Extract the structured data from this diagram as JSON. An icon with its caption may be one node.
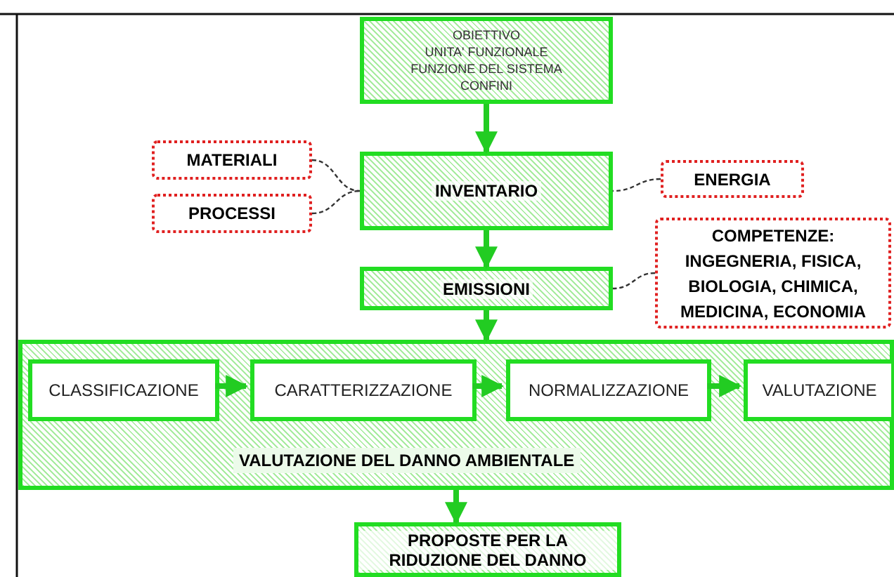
{
  "diagram": {
    "nodes": [
      {
        "text": [
          "OBIETTIVO",
          "UNITA' FUNZIONALE",
          "FUNZIONE DEL SISTEMA",
          "CONFINI"
        ]
      },
      {
        "text": [
          "MATERIALI"
        ]
      },
      {
        "text": [
          "PROCESSI"
        ]
      },
      {
        "text": [
          "INVENTARIO"
        ]
      },
      {
        "text": [
          "ENERGIA"
        ]
      },
      {
        "text": [
          "EMISSIONI"
        ]
      },
      {
        "text": [
          "COMPETENZE:",
          "INGEGNERIA, FISICA, BIOLOGIA, CHIMICA, MEDICINA, ECONOMIA"
        ]
      },
      {
        "text": [
          "VALUTAZIONE DEL DANNO AMBIENTALE"
        ]
      },
      {
        "text": [
          "CLASSIFICAZIONE"
        ],
        "in": 7
      },
      {
        "text": [
          "CARATTERIZZAZIONE"
        ],
        "in": 7
      },
      {
        "text": [
          "NORMALIZZAZIONE"
        ],
        "in": 7
      },
      {
        "text": [
          "VALUTAZIONE"
        ],
        "in": 7
      },
      {
        "text": [
          "PROPOSTE PER LA RIDUZIONE DEL DANNO"
        ]
      }
    ],
    "edges": [
      {
        "from": 0,
        "to": 3,
        "arrow": "to"
      },
      {
        "from": 1,
        "to": 3,
        "arrow": "none",
        "style": "dashed",
        "color": "#333333"
      },
      {
        "from": 2,
        "to": 3,
        "arrow": "none",
        "style": "dashed",
        "color": "#333333"
      },
      {
        "from": 4,
        "to": 3,
        "arrow": "none",
        "style": "dashed",
        "color": "#333333"
      },
      {
        "from": 3,
        "to": 5,
        "arrow": "to"
      },
      {
        "from": 6,
        "to": 5,
        "arrow": "none",
        "style": "dashed",
        "color": "#333333"
      },
      {
        "from": 5,
        "to": 7,
        "arrow": "to"
      },
      {
        "from": 8,
        "to": 9,
        "arrow": "to"
      },
      {
        "from": 9,
        "to": 10,
        "arrow": "to"
      },
      {
        "from": 10,
        "to": 11,
        "arrow": "to"
      },
      {
        "from": 7,
        "to": 12,
        "arrow": "to"
      }
    ]
  }
}
